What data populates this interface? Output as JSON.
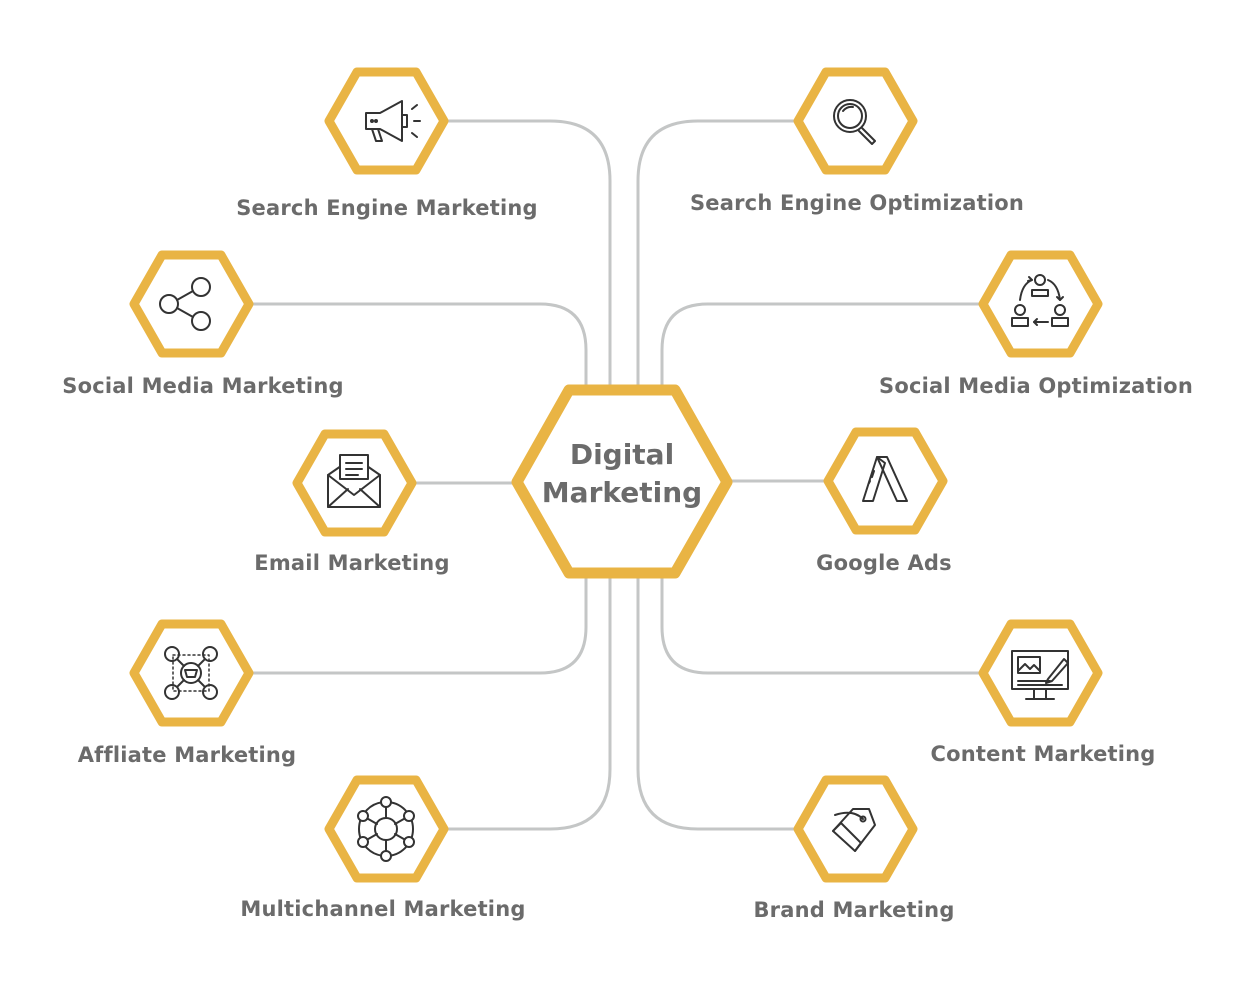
{
  "center": {
    "line1": "Digital",
    "line2": "Marketing"
  },
  "colors": {
    "hex_stroke": "#e9b444",
    "connector": "#c4c6c6",
    "text": "#6b6b6b",
    "icon": "#333333"
  },
  "nodes": [
    {
      "id": "sem",
      "label": "Search Engine Marketing",
      "icon": "megaphone-icon"
    },
    {
      "id": "smm",
      "label": "Social Media Marketing",
      "icon": "share-icon"
    },
    {
      "id": "email",
      "label": "Email Marketing",
      "icon": "envelope-icon"
    },
    {
      "id": "affiliate",
      "label": "Affliate Marketing",
      "icon": "affiliate-network-icon"
    },
    {
      "id": "multichannel",
      "label": "Multichannel Marketing",
      "icon": "network-hub-icon"
    },
    {
      "id": "seo",
      "label": "Search Engine Optimization",
      "icon": "magnifier-icon"
    },
    {
      "id": "smo",
      "label": "Social Media Optimization",
      "icon": "people-cycle-icon"
    },
    {
      "id": "gads",
      "label": "Google Ads",
      "icon": "google-ads-icon"
    },
    {
      "id": "content",
      "label": "Content Marketing",
      "icon": "monitor-pen-icon"
    },
    {
      "id": "brand",
      "label": "Brand Marketing",
      "icon": "price-tag-icon"
    }
  ]
}
